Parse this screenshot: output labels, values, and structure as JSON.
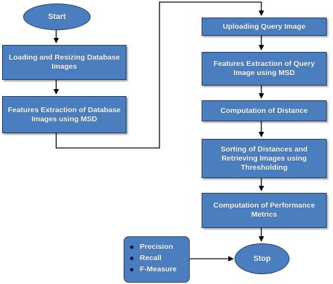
{
  "nodes": {
    "start": "Start",
    "loading": "Loading and Resizing Database Images",
    "features_db": "Features Extraction of Database Images using MSD",
    "uploading": "Uploading Query Image",
    "features_query": "Features Extraction of Query Image using MSD",
    "distance": "Computation of Distance",
    "sorting": "Sorting of Distances and Retrieving Images using Thresholding",
    "performance": "Computation of Performance Metrics",
    "stop": "Stop"
  },
  "metrics": {
    "items": [
      "Precision",
      "Recall",
      "F-Measure"
    ]
  },
  "colors": {
    "box_fill": "#4a7ebf",
    "box_border": "#1f3f6a",
    "connector": "#000000"
  }
}
